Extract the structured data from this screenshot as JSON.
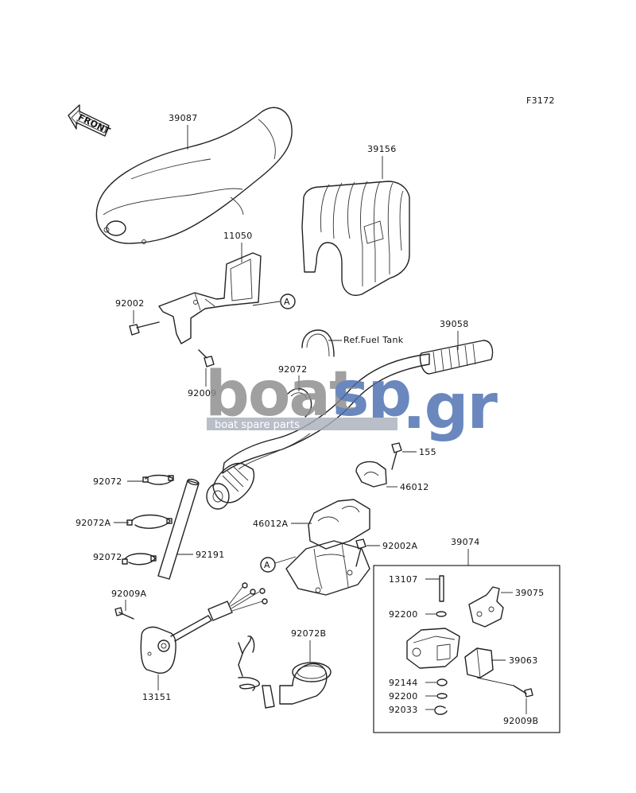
{
  "figure_code": "F3172",
  "front_label": "FRONT",
  "ref_note": "Ref.Fuel Tank",
  "callout_ref": "A",
  "watermark": {
    "brand_main": "boat",
    "brand_accent": "sp",
    "brand_tld": ".gr",
    "tagline": "boat spare parts",
    "colors": {
      "main": "#8c8c8c",
      "accent": "#4a6fb0",
      "tagline_bg": "#aab0bd"
    }
  },
  "parts": {
    "p39087": "39087",
    "p39156": "39156",
    "p11050": "11050",
    "p92002": "92002",
    "p92009": "92009",
    "p92072_clip": "92072",
    "p39058": "39058",
    "p155": "155",
    "p46012": "46012",
    "p46012A": "46012A",
    "p92002A": "92002A",
    "p92072_a": "92072",
    "p92072A": "92072A",
    "p92072_b": "92072",
    "p92191": "92191",
    "p92009A": "92009A",
    "p13151": "13151",
    "p92072B": "92072B",
    "p39074": "39074",
    "p13107": "13107",
    "p39075": "39075",
    "p92200_a": "92200",
    "p39063": "39063",
    "p92144": "92144",
    "p92200_b": "92200",
    "p92033": "92033",
    "p92009B": "92009B"
  }
}
